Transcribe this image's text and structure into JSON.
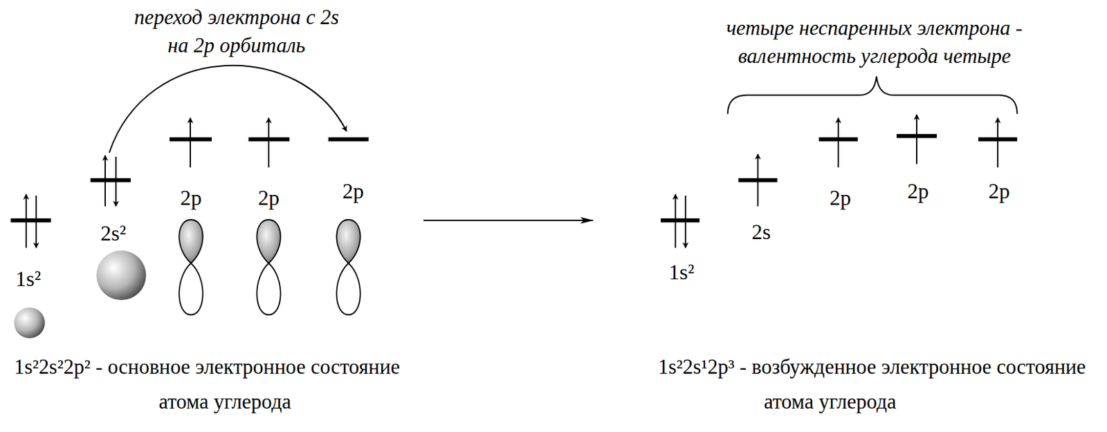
{
  "diagram": {
    "labels": [
      "переход электрона с 2s на 2p орбиталь",
      "1s²",
      "2s²",
      "2p",
      "2p",
      "2p",
      "1s²2s²2p² - основное электронное состояние атома углерода",
      "четыре неспаренных электрона - валентность углерода четыре",
      "1s²",
      "2s",
      "2p",
      "2p",
      "2p",
      "1s²2s¹2p³ - возбужденное электронное состояние атома углерода"
    ]
  }
}
